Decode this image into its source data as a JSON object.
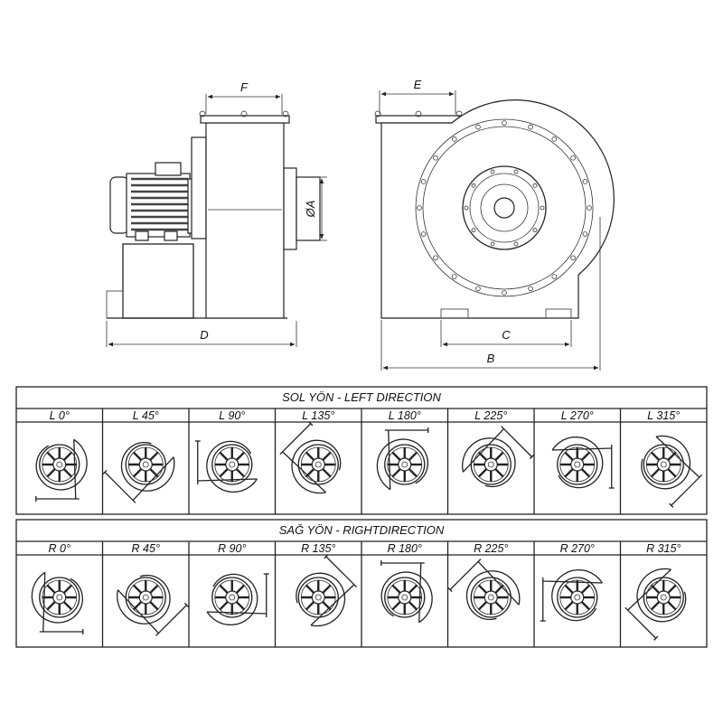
{
  "dimensions": {
    "F": "F",
    "D": "D",
    "A": "ØA",
    "E": "E",
    "C": "C",
    "B": "B"
  },
  "left_section": {
    "title": "SOL YÖN - LEFT DIRECTION",
    "cells": [
      {
        "label": "L 0°",
        "angle": 0
      },
      {
        "label": "L 45°",
        "angle": 45
      },
      {
        "label": "L 90°",
        "angle": 90
      },
      {
        "label": "L 135°",
        "angle": 135
      },
      {
        "label": "L 180°",
        "angle": 180
      },
      {
        "label": "L 225°",
        "angle": 225
      },
      {
        "label": "L 270°",
        "angle": 270
      },
      {
        "label": "L 315°",
        "angle": 315
      }
    ]
  },
  "right_section": {
    "title": "SAĞ YÖN - RIGHTDIRECTION",
    "cells": [
      {
        "label": "R 0°",
        "angle": 0
      },
      {
        "label": "R 45°",
        "angle": 45
      },
      {
        "label": "R 90°",
        "angle": 90
      },
      {
        "label": "R 135°",
        "angle": 135
      },
      {
        "label": "R 180°",
        "angle": 180
      },
      {
        "label": "R 225°",
        "angle": 225
      },
      {
        "label": "R 270°",
        "angle": 270
      },
      {
        "label": "R 315°",
        "angle": 315
      }
    ]
  }
}
